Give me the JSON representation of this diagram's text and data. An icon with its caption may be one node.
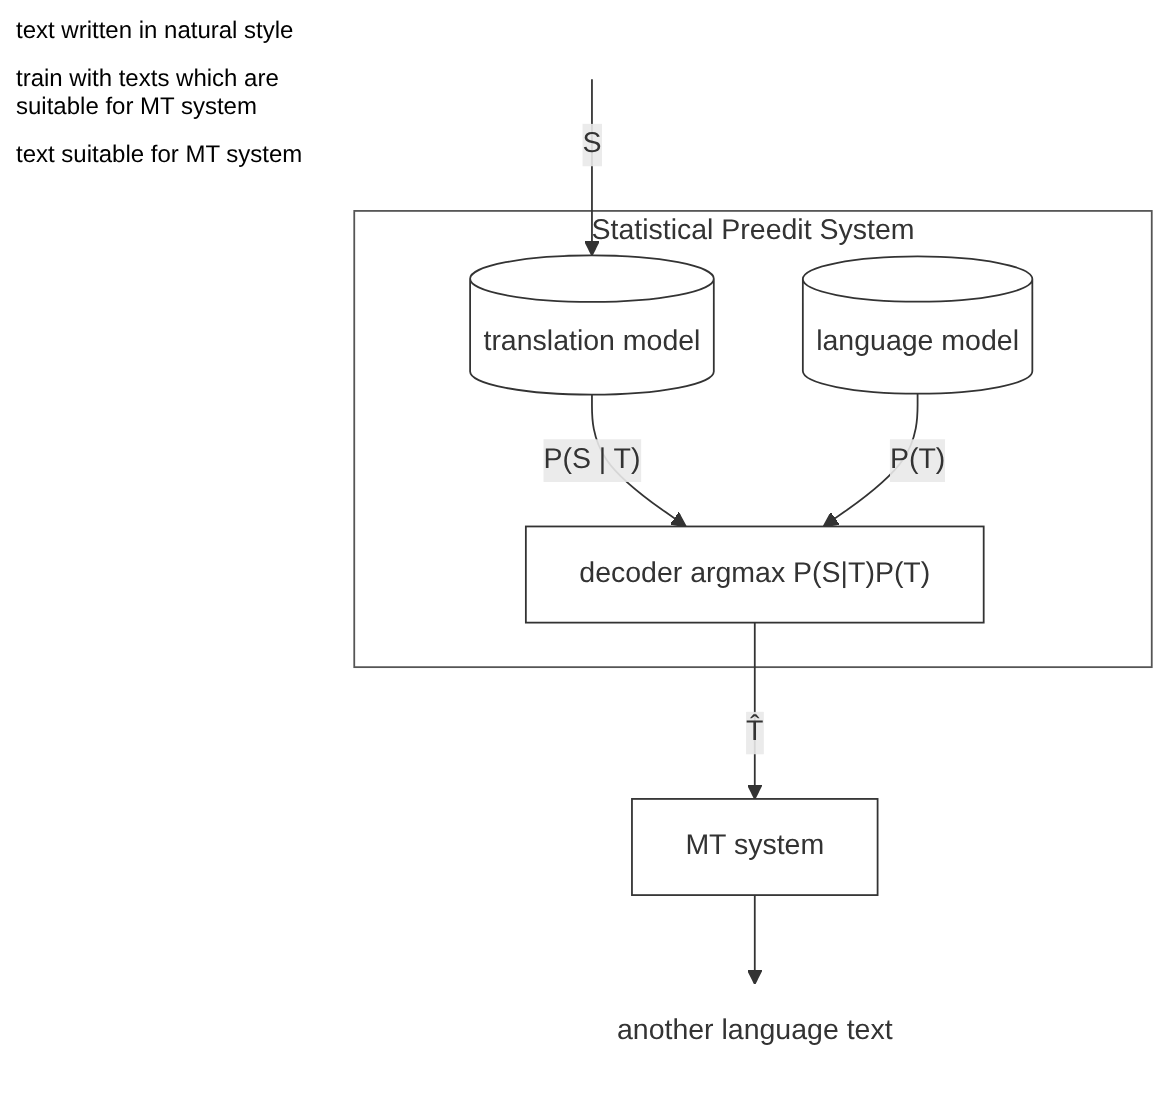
{
  "diagram": {
    "nodes": [
      {
        "text": [
          "Statistical Preedit System"
        ]
      },
      {
        "text": [
          "translation model"
        ],
        "in": 0
      },
      {
        "text": [
          "decoder argmax P(S|T)P(T)"
        ],
        "in": 0
      },
      {
        "text": [
          "language model"
        ],
        "in": 0
      },
      {
        "text": [
          "MT system"
        ]
      },
      {
        "text": [
          "another language text"
        ]
      }
    ],
    "edges": [
      {
        "from": null,
        "to": 1,
        "arrow": "to",
        "label": "S"
      },
      {
        "from": 1,
        "to": 2,
        "arrow": "to",
        "label": "P(S | T)"
      },
      {
        "from": 3,
        "to": 2,
        "arrow": "to",
        "label": "P(T)"
      },
      {
        "from": 2,
        "to": 4,
        "arrow": "to",
        "label": "T̂"
      },
      {
        "from": 4,
        "to": 5,
        "arrow": "to"
      }
    ],
    "labels": [
      "text written in natural style",
      "train with texts which are suitable for MT system",
      "text suitable for MT system"
    ]
  }
}
